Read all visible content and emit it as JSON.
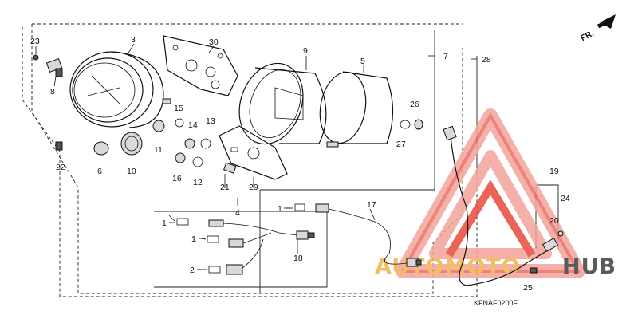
{
  "diagram": {
    "code": "KFNAF0200F",
    "direction_label": "FR.",
    "part_numbers": {
      "p1a": "1",
      "p1b": "1",
      "p1c": "1",
      "p2": "2",
      "p3": "3",
      "p4": "4",
      "p5": "5",
      "p6": "6",
      "p7": "7",
      "p8": "8",
      "p9": "9",
      "p10": "10",
      "p11": "11",
      "p12": "12",
      "p13": "13",
      "p14": "14",
      "p15": "15",
      "p16": "16",
      "p17": "17",
      "p18": "18",
      "p19": "19",
      "p20": "20",
      "p21": "21",
      "p22": "22",
      "p23": "23",
      "p24": "24",
      "p25": "25",
      "p26": "26",
      "p27": "27",
      "p28": "28",
      "p29": "29",
      "p30": "30"
    }
  },
  "watermark": {
    "text_part1": "AUTOMOTO",
    "text_part2": "HUB",
    "accent_color": "#e8493c",
    "accent_light": "#f2a49c",
    "secondary_color": "#f2b24a",
    "hub_color": "#3f3f3f"
  }
}
